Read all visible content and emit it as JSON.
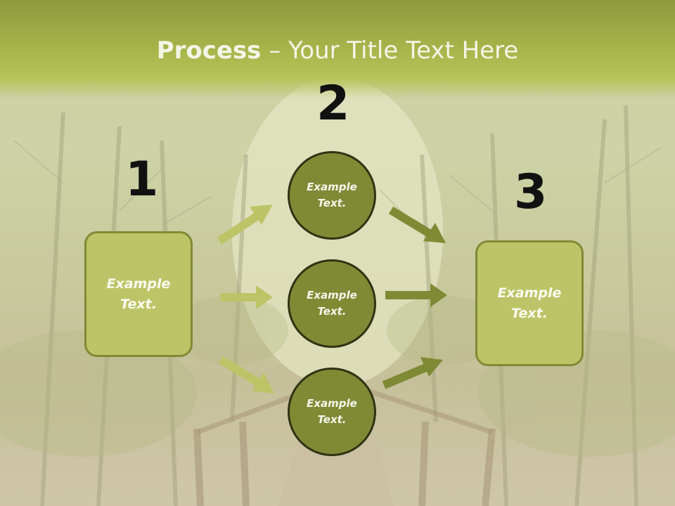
{
  "title": {
    "bold": "Process",
    "rest": " – Your Title Text Here"
  },
  "steps": [
    {
      "number": "1"
    },
    {
      "number": "2"
    },
    {
      "number": "3"
    }
  ],
  "left_box": {
    "line1": "Example",
    "line2": "Text."
  },
  "circles": [
    {
      "line1": "Example",
      "line2": "Text."
    },
    {
      "line1": "Example",
      "line2": "Text."
    },
    {
      "line1": "Example",
      "line2": "Text."
    }
  ],
  "right_box": {
    "line1": "Example",
    "line2": "Text."
  },
  "colors": {
    "box_fill": "#bcc467",
    "circle_fill": "#7f8a35",
    "arrow_light": "#bcc467",
    "arrow_dark": "#7f8a35"
  }
}
